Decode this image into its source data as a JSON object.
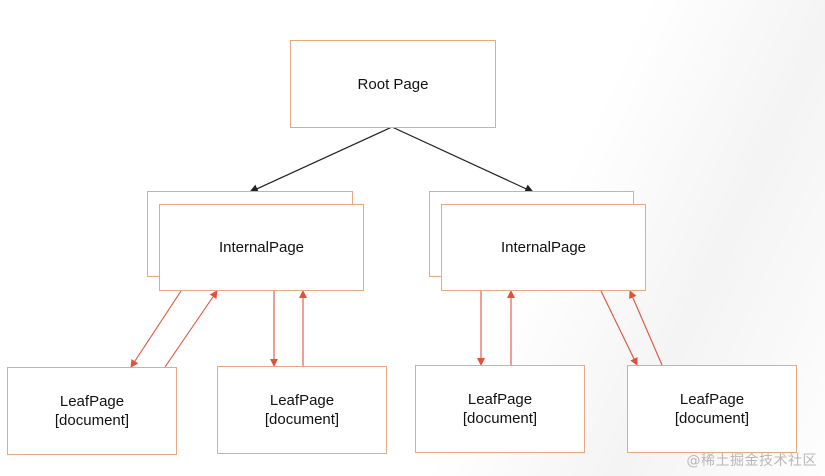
{
  "root": {
    "label": "Root Page"
  },
  "internal": [
    {
      "label": "InternalPage"
    },
    {
      "label": "InternalPage"
    }
  ],
  "leaves": [
    {
      "line1": "LeafPage",
      "line2": "[document]"
    },
    {
      "line1": "LeafPage",
      "line2": "[document]"
    },
    {
      "line1": "LeafPage",
      "line2": "[document]"
    },
    {
      "line1": "LeafPage",
      "line2": "[document]"
    }
  ],
  "colors": {
    "box_border": "#e8a882",
    "root_arrow": "#222222",
    "leaf_arrow": "#e0523a"
  },
  "watermark": "@稀土掘金技术社区"
}
